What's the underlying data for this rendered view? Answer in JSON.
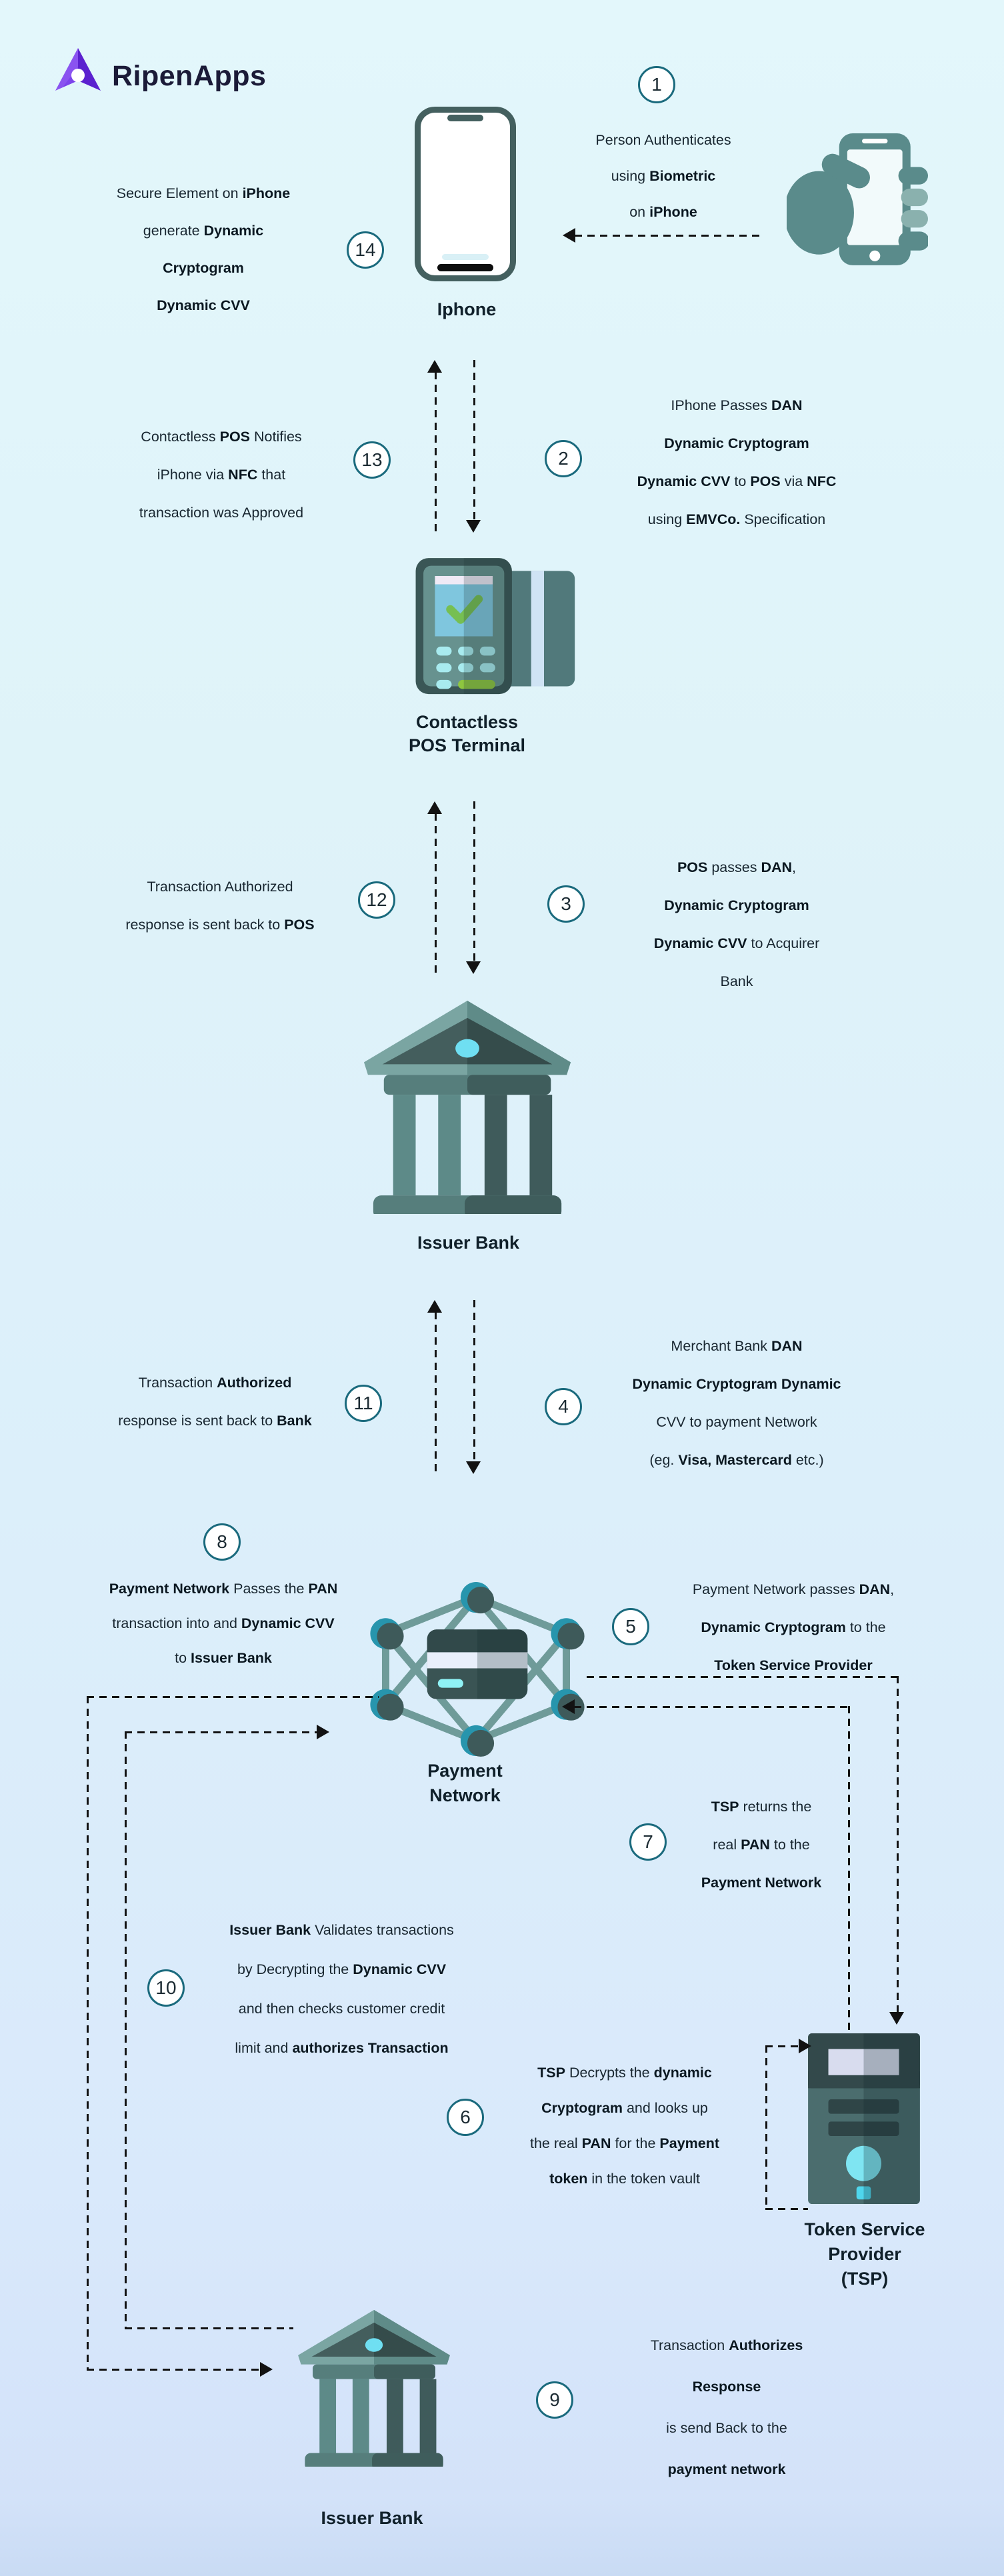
{
  "brand": {
    "name": "RipenApps"
  },
  "colors": {
    "background_top": "#e3f7fb",
    "background_bottom": "#c9dbf4",
    "badge_ring_teal": "#1a6a7d",
    "text_dark": "#182630",
    "arrow_black": "#121212",
    "icon_slate": "#44605f",
    "icon_teal": "#5f8f8e",
    "icon_cyan": "#6fdff2",
    "check_green": "#76bf52",
    "brand_purple": "#6d35e6"
  },
  "nodes": [
    {
      "id": "iphone",
      "label": "Iphone"
    },
    {
      "id": "pos",
      "label": "Contactless\nPOS Terminal"
    },
    {
      "id": "issuer-bank-mid",
      "label": "Issuer Bank"
    },
    {
      "id": "payment-network",
      "label": "Payment\nNetwork"
    },
    {
      "id": "tsp",
      "label": "Token Service\nProvider\n(TSP)"
    },
    {
      "id": "issuer-bank-bottom",
      "label": "Issuer Bank"
    }
  ],
  "steps": [
    {
      "num": "1",
      "lines": [
        [
          {
            "t": "Person Authenticates"
          }
        ],
        [
          {
            "t": "using "
          },
          {
            "t": "Biometric",
            "b": true
          }
        ],
        [
          {
            "t": "on "
          },
          {
            "t": "iPhone",
            "b": true
          }
        ]
      ]
    },
    {
      "num": "2",
      "lines": [
        [
          {
            "t": "IPhone Passes "
          },
          {
            "t": "DAN",
            "b": true
          }
        ],
        [
          {
            "t": "Dynamic Cryptogram",
            "b": true
          }
        ],
        [
          {
            "t": "Dynamic CVV",
            "b": true
          },
          {
            "t": " to "
          },
          {
            "t": "POS",
            "b": true
          },
          {
            "t": " via "
          },
          {
            "t": "NFC",
            "b": true
          }
        ],
        [
          {
            "t": "using "
          },
          {
            "t": "EMVCo.",
            "b": true
          },
          {
            "t": " Specification"
          }
        ]
      ]
    },
    {
      "num": "3",
      "lines": [
        [
          {
            "t": "POS",
            "b": true
          },
          {
            "t": " passes "
          },
          {
            "t": "DAN",
            "b": true
          },
          {
            "t": ","
          }
        ],
        [
          {
            "t": "Dynamic Cryptogram",
            "b": true
          }
        ],
        [
          {
            "t": "Dynamic CVV",
            "b": true
          },
          {
            "t": " to Acquirer"
          }
        ],
        [
          {
            "t": "Bank"
          }
        ]
      ]
    },
    {
      "num": "4",
      "lines": [
        [
          {
            "t": "Merchant Bank "
          },
          {
            "t": "DAN",
            "b": true
          }
        ],
        [
          {
            "t": "Dynamic Cryptogram Dynamic",
            "b": true
          }
        ],
        [
          {
            "t": "CVV to payment Network"
          }
        ],
        [
          {
            "t": "(eg. "
          },
          {
            "t": "Visa, Mastercard",
            "b": true
          },
          {
            "t": " etc.)"
          }
        ]
      ]
    },
    {
      "num": "5",
      "lines": [
        [
          {
            "t": "Payment Network passes "
          },
          {
            "t": "DAN",
            "b": true
          },
          {
            "t": ","
          }
        ],
        [
          {
            "t": "Dynamic Cryptogram",
            "b": true
          },
          {
            "t": " to the"
          }
        ],
        [
          {
            "t": "Token Service Provider",
            "b": true
          }
        ]
      ]
    },
    {
      "num": "6",
      "lines": [
        [
          {
            "t": "TSP",
            "b": true
          },
          {
            "t": " Decrypts the "
          },
          {
            "t": "dynamic",
            "b": true
          }
        ],
        [
          {
            "t": "Cryptogram",
            "b": true
          },
          {
            "t": " and looks up"
          }
        ],
        [
          {
            "t": "the real "
          },
          {
            "t": "PAN",
            "b": true
          },
          {
            "t": " for the "
          },
          {
            "t": "Payment",
            "b": true
          }
        ],
        [
          {
            "t": "token",
            "b": true
          },
          {
            "t": " in the token vault"
          }
        ]
      ]
    },
    {
      "num": "7",
      "lines": [
        [
          {
            "t": "TSP",
            "b": true
          },
          {
            "t": " returns the"
          }
        ],
        [
          {
            "t": "real "
          },
          {
            "t": "PAN",
            "b": true
          },
          {
            "t": " to the"
          }
        ],
        [
          {
            "t": "Payment Network",
            "b": true
          }
        ]
      ]
    },
    {
      "num": "8",
      "lines": [
        [
          {
            "t": "Payment Network",
            "b": true
          },
          {
            "t": " Passes the "
          },
          {
            "t": "PAN",
            "b": true
          }
        ],
        [
          {
            "t": "transaction into and "
          },
          {
            "t": "Dynamic CVV",
            "b": true
          }
        ],
        [
          {
            "t": "to "
          },
          {
            "t": "Issuer Bank",
            "b": true
          }
        ]
      ]
    },
    {
      "num": "9",
      "lines": [
        [
          {
            "t": "Transaction "
          },
          {
            "t": "Authorizes",
            "b": true
          }
        ],
        [
          {
            "t": "Response",
            "b": true
          }
        ],
        [
          {
            "t": "is send Back to the"
          }
        ],
        [
          {
            "t": "payment network",
            "b": true
          }
        ]
      ]
    },
    {
      "num": "10",
      "lines": [
        [
          {
            "t": "Issuer Bank",
            "b": true
          },
          {
            "t": " Validates transactions"
          }
        ],
        [
          {
            "t": "by Decrypting the "
          },
          {
            "t": "Dynamic CVV",
            "b": true
          }
        ],
        [
          {
            "t": "and then checks customer credit"
          }
        ],
        [
          {
            "t": "limit and "
          },
          {
            "t": "authorizes Transaction",
            "b": true
          }
        ]
      ]
    },
    {
      "num": "11",
      "lines": [
        [
          {
            "t": "Transaction "
          },
          {
            "t": "Authorized",
            "b": true
          }
        ],
        [
          {
            "t": "response is sent back to "
          },
          {
            "t": "Bank",
            "b": true
          }
        ]
      ]
    },
    {
      "num": "12",
      "lines": [
        [
          {
            "t": "Transaction Authorized"
          }
        ],
        [
          {
            "t": "response is sent back to "
          },
          {
            "t": "POS",
            "b": true
          }
        ]
      ]
    },
    {
      "num": "13",
      "lines": [
        [
          {
            "t": "Contactless "
          },
          {
            "t": "POS",
            "b": true
          },
          {
            "t": " Notifies"
          }
        ],
        [
          {
            "t": "iPhone via "
          },
          {
            "t": "NFC",
            "b": true
          },
          {
            "t": " that"
          }
        ],
        [
          {
            "t": "transaction was Approved"
          }
        ]
      ]
    },
    {
      "num": "14",
      "lines": [
        [
          {
            "t": "Secure Element on "
          },
          {
            "t": "iPhone",
            "b": true
          }
        ],
        [
          {
            "t": "generate "
          },
          {
            "t": "Dynamic",
            "b": true
          }
        ],
        [
          {
            "t": "Cryptogram",
            "b": true
          }
        ],
        [
          {
            "t": "Dynamic CVV",
            "b": true
          }
        ]
      ]
    }
  ]
}
